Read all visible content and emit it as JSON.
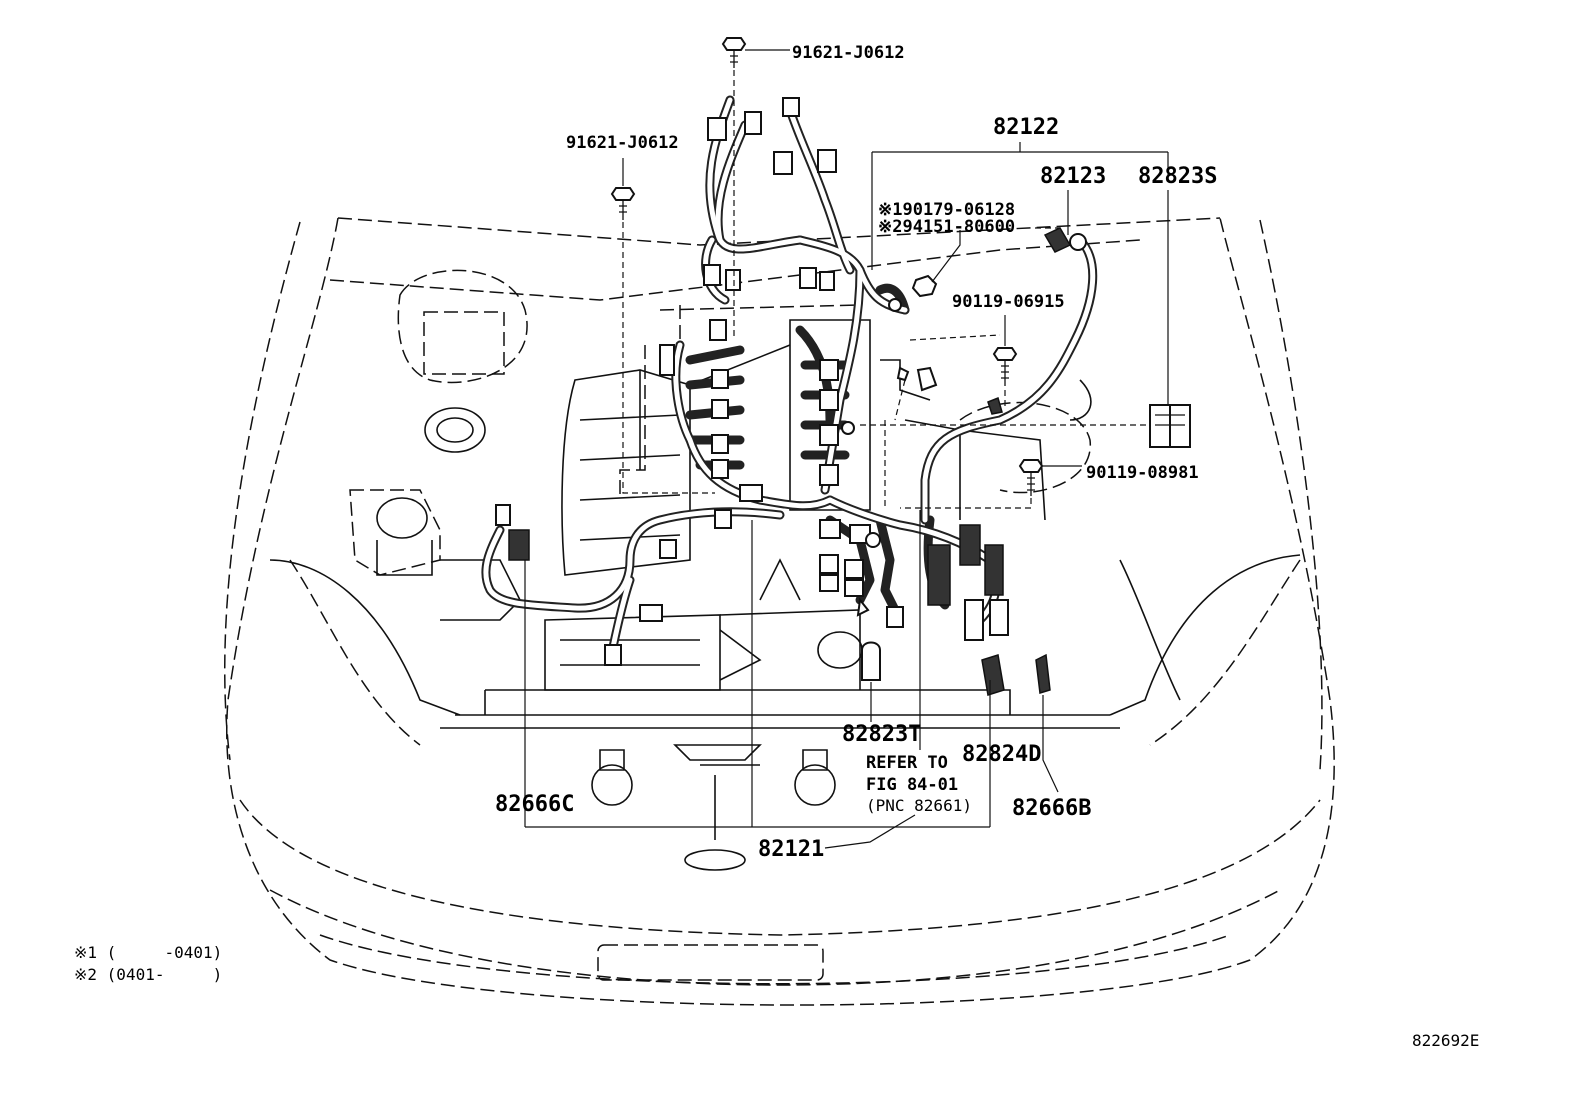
{
  "diagram": {
    "figure_code": "822692E",
    "part_numbers": {
      "harness_main": "82122",
      "harness_engine_room": "82121",
      "wire_82123": "82123",
      "connector_82823S": "82823S",
      "connector_82823T": "82823T",
      "connector_82824D": "82824D",
      "connector_82666B": "82666B",
      "connector_82666C": "82666C",
      "bolt_top": "91621-J0612",
      "bolt_left": "91621-J0612",
      "bolt_right_upper": "90119-06915",
      "bolt_right_lower": "90119-08981",
      "nut_variant_1": "※190179-06128",
      "nut_variant_2": "※294151-80600"
    },
    "refer": {
      "line1": "REFER TO",
      "line2": "FIG 84-01",
      "line3": "(PNC 82661)"
    },
    "notes": {
      "note1": "※1 (     -0401)",
      "note2": "※2 (0401-     )"
    }
  }
}
